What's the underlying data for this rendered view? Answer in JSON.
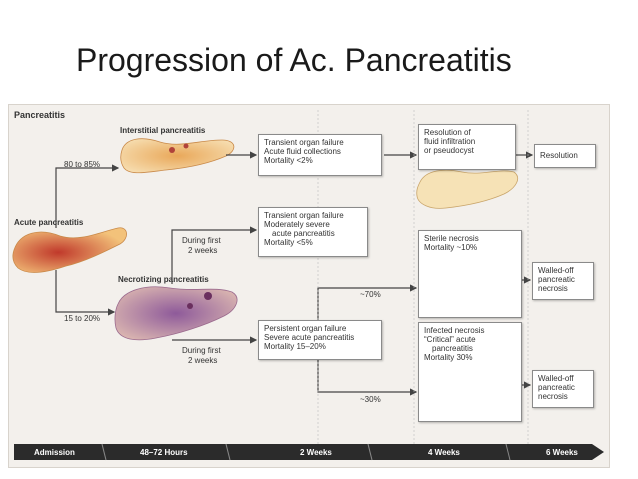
{
  "slide": {
    "title": "Progression of Ac. Pancreatitis"
  },
  "diagram": {
    "heading": "Pancreatitis",
    "acute": "Acute pancreatitis",
    "interstitial": "Interstitial pancreatitis",
    "necrotizing": "Necrotizing pancreatitis",
    "pct_interstitial": "80 to 85%",
    "pct_necrotizing": "15 to 20%",
    "during_first_1": "During first",
    "during_first_1b": "2 weeks",
    "during_first_2": "During first",
    "during_first_2b": "2 weeks",
    "box_transient_1": [
      "Transient organ failure",
      "Acute fluid collections",
      "Mortality <2%"
    ],
    "box_transient_2": [
      "Transient organ failure",
      "Moderately severe",
      "acute pancreatitis",
      "Mortality <5%"
    ],
    "box_persistent": [
      "Persistent organ failure",
      "Severe acute pancreatitis",
      "Mortality 15–20%"
    ],
    "box_resolution_infil": [
      "Resolution of",
      "fluid infiltration",
      "or pseudocyst"
    ],
    "box_resolution": [
      "Resolution"
    ],
    "box_sterile": [
      "Sterile necrosis",
      "Mortality ~10%"
    ],
    "box_infected": [
      "Infected necrosis",
      "“Critical” acute",
      "pancreatitis",
      "Mortality 30%"
    ],
    "box_walled_1": [
      "Walled-off",
      "pancreatic",
      "necrosis"
    ],
    "box_walled_2": [
      "Walled-off",
      "pancreatic",
      "necrosis"
    ],
    "pct_70": "~70%",
    "pct_30": "~30%",
    "timeline": [
      "Admission",
      "48–72 Hours",
      "2 Weeks",
      "4 Weeks",
      "6 Weeks"
    ],
    "colors": {
      "panel": "#f3f0ec",
      "arrow": "#444444",
      "timeline": "#2b2b2b",
      "pancreas": "#f2c98a",
      "necrosis": "#b58ab0"
    }
  }
}
